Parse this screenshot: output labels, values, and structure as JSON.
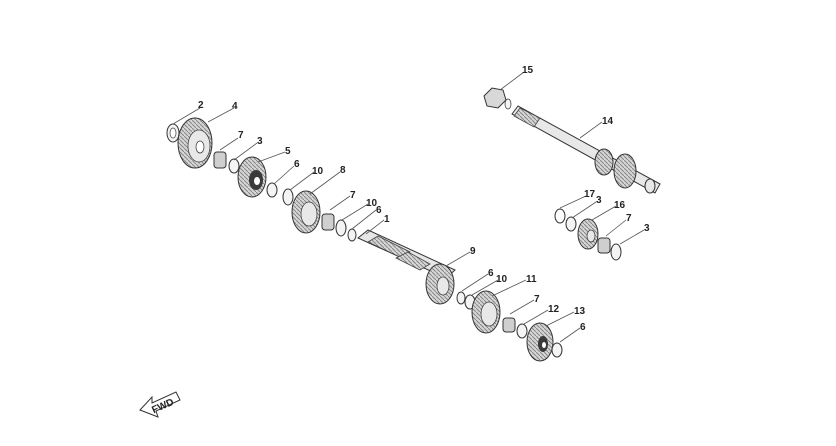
{
  "diagram": {
    "fwd_label": "FWD",
    "callouts": [
      "1",
      "2",
      "3",
      "3",
      "3",
      "4",
      "5",
      "6",
      "6",
      "6",
      "6",
      "7",
      "7",
      "7",
      "7",
      "8",
      "9",
      "10",
      "10",
      "10",
      "11",
      "12",
      "13",
      "14",
      "15",
      "16",
      "17"
    ]
  }
}
